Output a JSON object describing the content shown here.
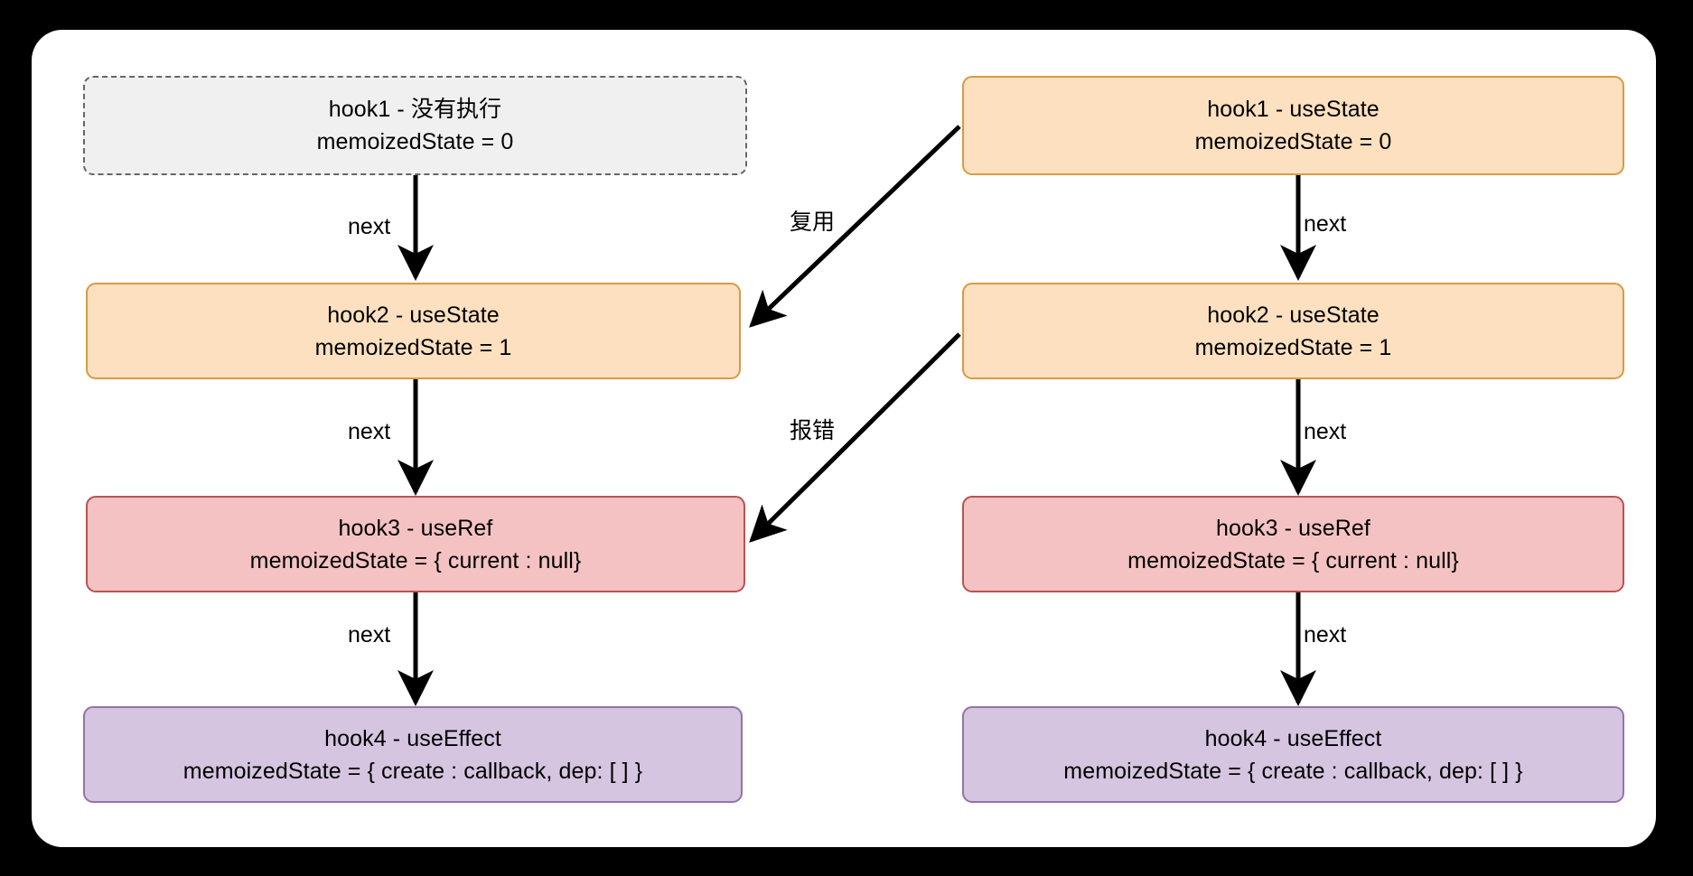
{
  "canvas": {
    "background_color": "#000000",
    "panel_color": "#ffffff"
  },
  "palette": {
    "grey_fill": "#f0f0f0",
    "grey_border": "#666666",
    "orange_fill": "#fce0bf",
    "orange_border": "#d79b45",
    "red_fill": "#f4c2c2",
    "red_border": "#b85450",
    "purple_fill": "#d5c5e0",
    "purple_border": "#9673a6",
    "arrow_color": "#000000"
  },
  "columns": {
    "left": {
      "nodes": [
        {
          "id": "left-hook1",
          "style": "grey",
          "line1": "hook1 - 没有执行",
          "line2": "memoizedState = 0"
        },
        {
          "id": "left-hook2",
          "style": "orange",
          "line1": "hook2 - useState",
          "line2": "memoizedState = 1"
        },
        {
          "id": "left-hook3",
          "style": "red",
          "line1": "hook3 - useRef",
          "line2": "memoizedState = { current : null}"
        },
        {
          "id": "left-hook4",
          "style": "purple",
          "line1": "hook4 - useEffect",
          "line2": "memoizedState = { create : callback, dep: [ ] }"
        }
      ],
      "edges": [
        {
          "id": "left-edge-1",
          "label": "next"
        },
        {
          "id": "left-edge-2",
          "label": "next"
        },
        {
          "id": "left-edge-3",
          "label": "next"
        }
      ]
    },
    "right": {
      "nodes": [
        {
          "id": "right-hook1",
          "style": "orange",
          "line1": "hook1 - useState",
          "line2": "memoizedState = 0"
        },
        {
          "id": "right-hook2",
          "style": "orange",
          "line1": "hook2 - useState",
          "line2": "memoizedState = 1"
        },
        {
          "id": "right-hook3",
          "style": "red",
          "line1": "hook3 - useRef",
          "line2": "memoizedState = { current : null}"
        },
        {
          "id": "right-hook4",
          "style": "purple",
          "line1": "hook4 - useEffect",
          "line2": "memoizedState = { create : callback, dep: [ ] }"
        }
      ],
      "edges": [
        {
          "id": "right-edge-1",
          "label": "next"
        },
        {
          "id": "right-edge-2",
          "label": "next"
        },
        {
          "id": "right-edge-3",
          "label": "next"
        }
      ]
    }
  },
  "cross_edges": [
    {
      "id": "cross-edge-reuse",
      "label": "复用"
    },
    {
      "id": "cross-edge-error",
      "label": "报错"
    }
  ]
}
